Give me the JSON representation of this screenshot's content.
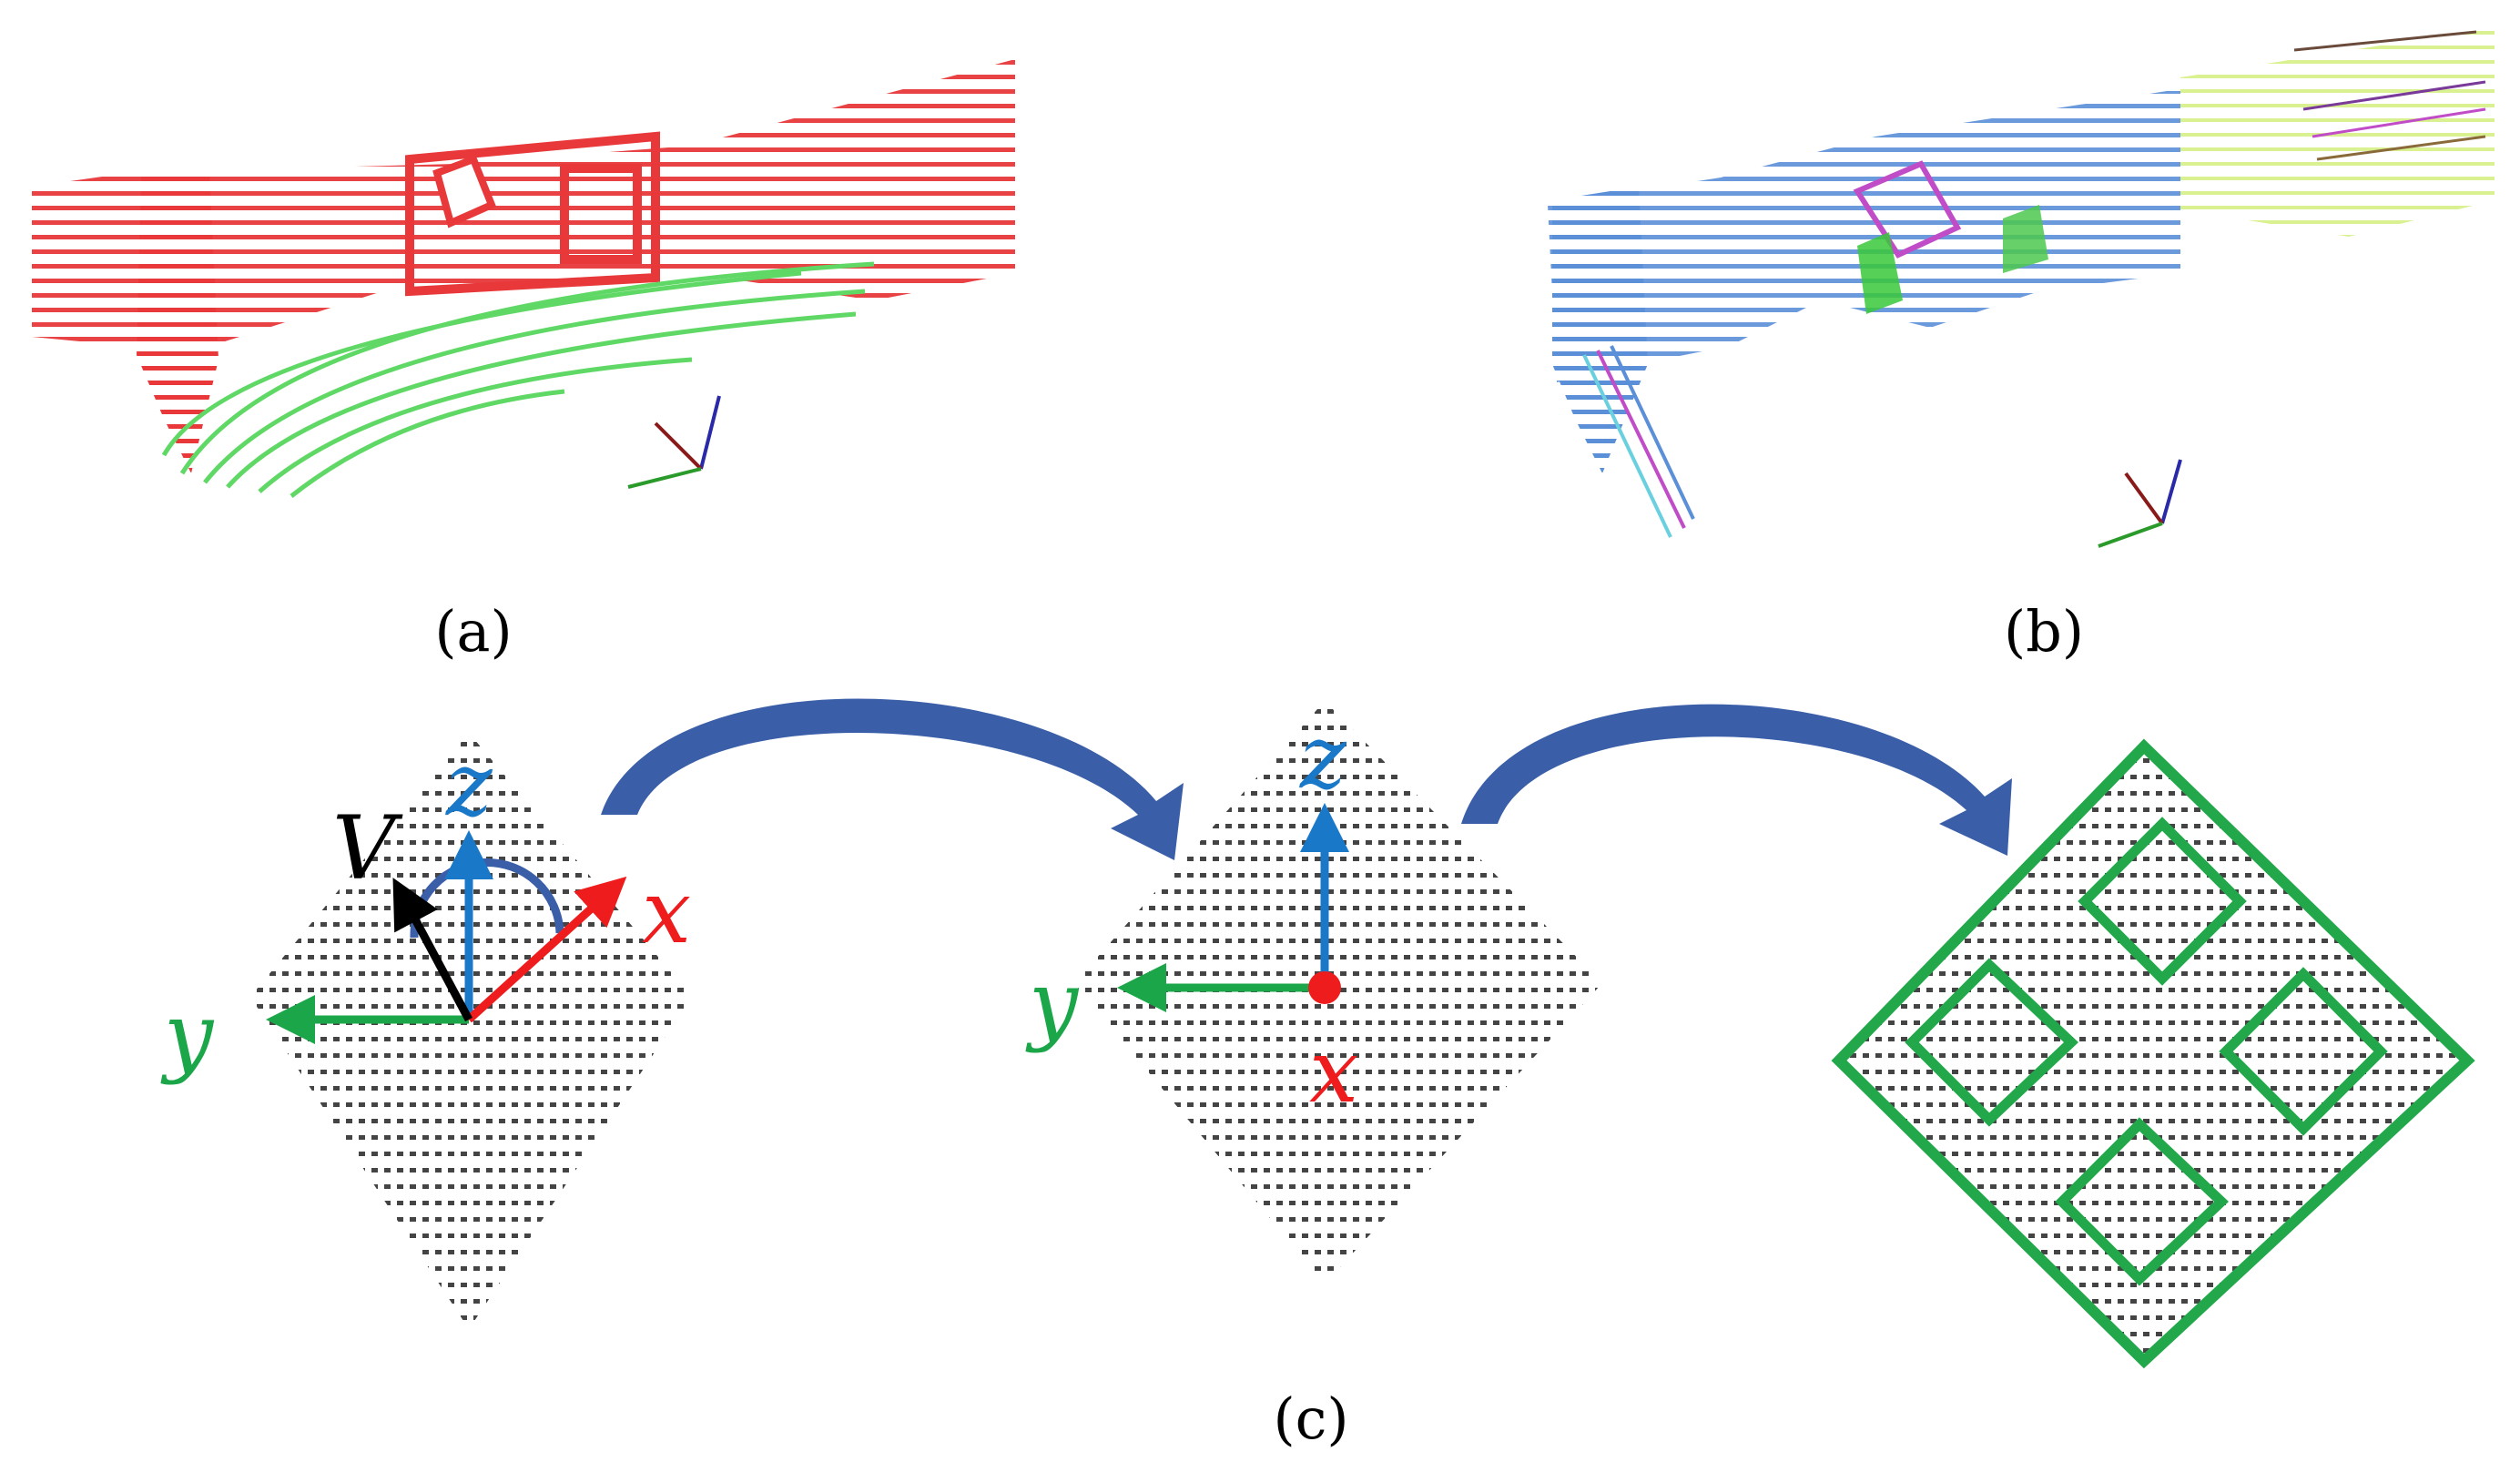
{
  "captions": {
    "a": "(a)",
    "b": "(b)",
    "c": "(c)"
  },
  "axis_labels": {
    "x": "x",
    "y": "y",
    "z": "z",
    "v": "V"
  },
  "colors": {
    "x_axis": "#ee1c1c",
    "y_axis": "#1ca64a",
    "z_axis": "#1a78c8",
    "v_axis": "#000000",
    "arrow": "#3a5fa8",
    "frame": "#22a84a",
    "points": "#444444",
    "cloud_a_main": "#e8383a",
    "cloud_a_ground": "#5fd865",
    "cloud_b_main": "#5b8fd8",
    "cloud_b_right": "#d7f08a",
    "cloud_b_accent": "#c04cc8"
  },
  "icons": [
    "coordinate-triad-icon",
    "curved-arrow-icon"
  ]
}
